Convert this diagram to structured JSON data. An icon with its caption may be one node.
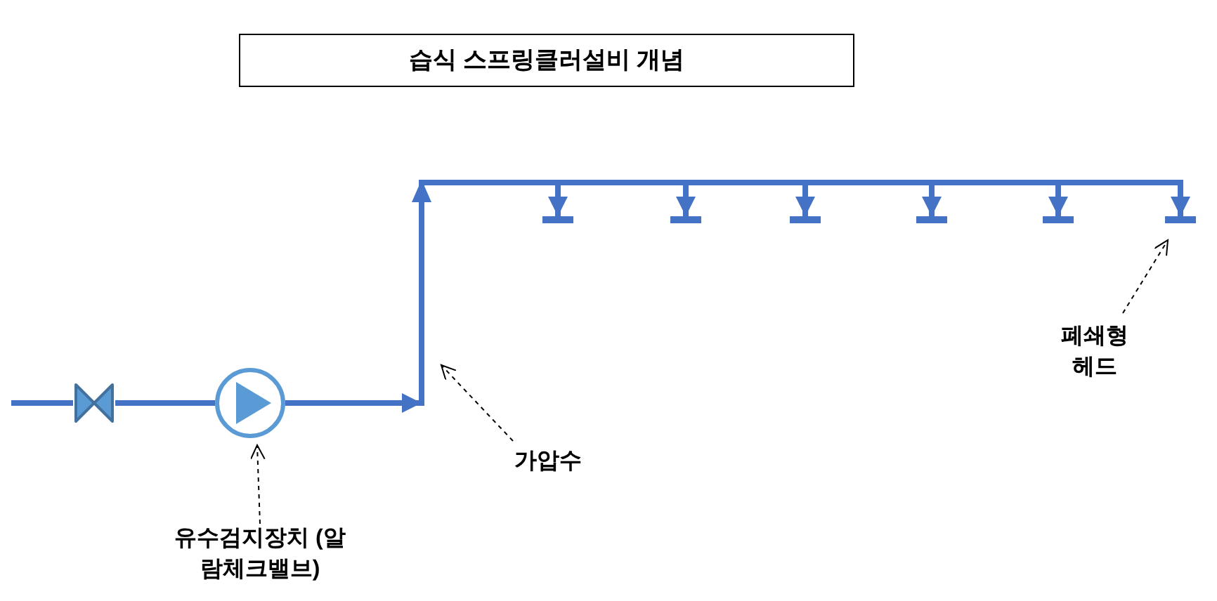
{
  "diagram": {
    "title": "습식 스프링클러설비 개념",
    "nodes": [
      {
        "text": [],
        "shape": "valve"
      },
      {
        "text": [],
        "shape": "circle"
      },
      {
        "text": [
          "유수검지장치 (알람체크밸브)"
        ]
      },
      {
        "text": [
          "가압수"
        ]
      },
      {
        "text": [
          "폐쇄형 헤드"
        ]
      },
      {
        "text": [],
        "shape": "sprinkler"
      },
      {
        "text": [],
        "shape": "sprinkler"
      },
      {
        "text": [],
        "shape": "sprinkler"
      },
      {
        "text": [],
        "shape": "sprinkler"
      },
      {
        "text": [],
        "shape": "sprinkler"
      },
      {
        "text": [],
        "shape": "sprinkler"
      }
    ],
    "edges": [
      {
        "from": null,
        "to": 0,
        "arrow": "none"
      },
      {
        "from": 0,
        "to": 1,
        "arrow": "none"
      },
      {
        "from": 1,
        "to": 5,
        "arrow": "to"
      },
      {
        "from": 1,
        "to": 6,
        "arrow": "to"
      },
      {
        "from": 1,
        "to": 7,
        "arrow": "to"
      },
      {
        "from": 1,
        "to": 8,
        "arrow": "to"
      },
      {
        "from": 1,
        "to": 9,
        "arrow": "to"
      },
      {
        "from": 1,
        "to": 10,
        "arrow": "to"
      },
      {
        "from": 2,
        "to": 1,
        "arrow": "to",
        "style": "dashed",
        "color": "#000000"
      },
      {
        "from": 3,
        "to": null,
        "arrow": "to",
        "style": "dashed",
        "color": "#000000"
      },
      {
        "from": 4,
        "to": 10,
        "arrow": "to",
        "style": "dashed",
        "color": "#000000"
      }
    ]
  }
}
